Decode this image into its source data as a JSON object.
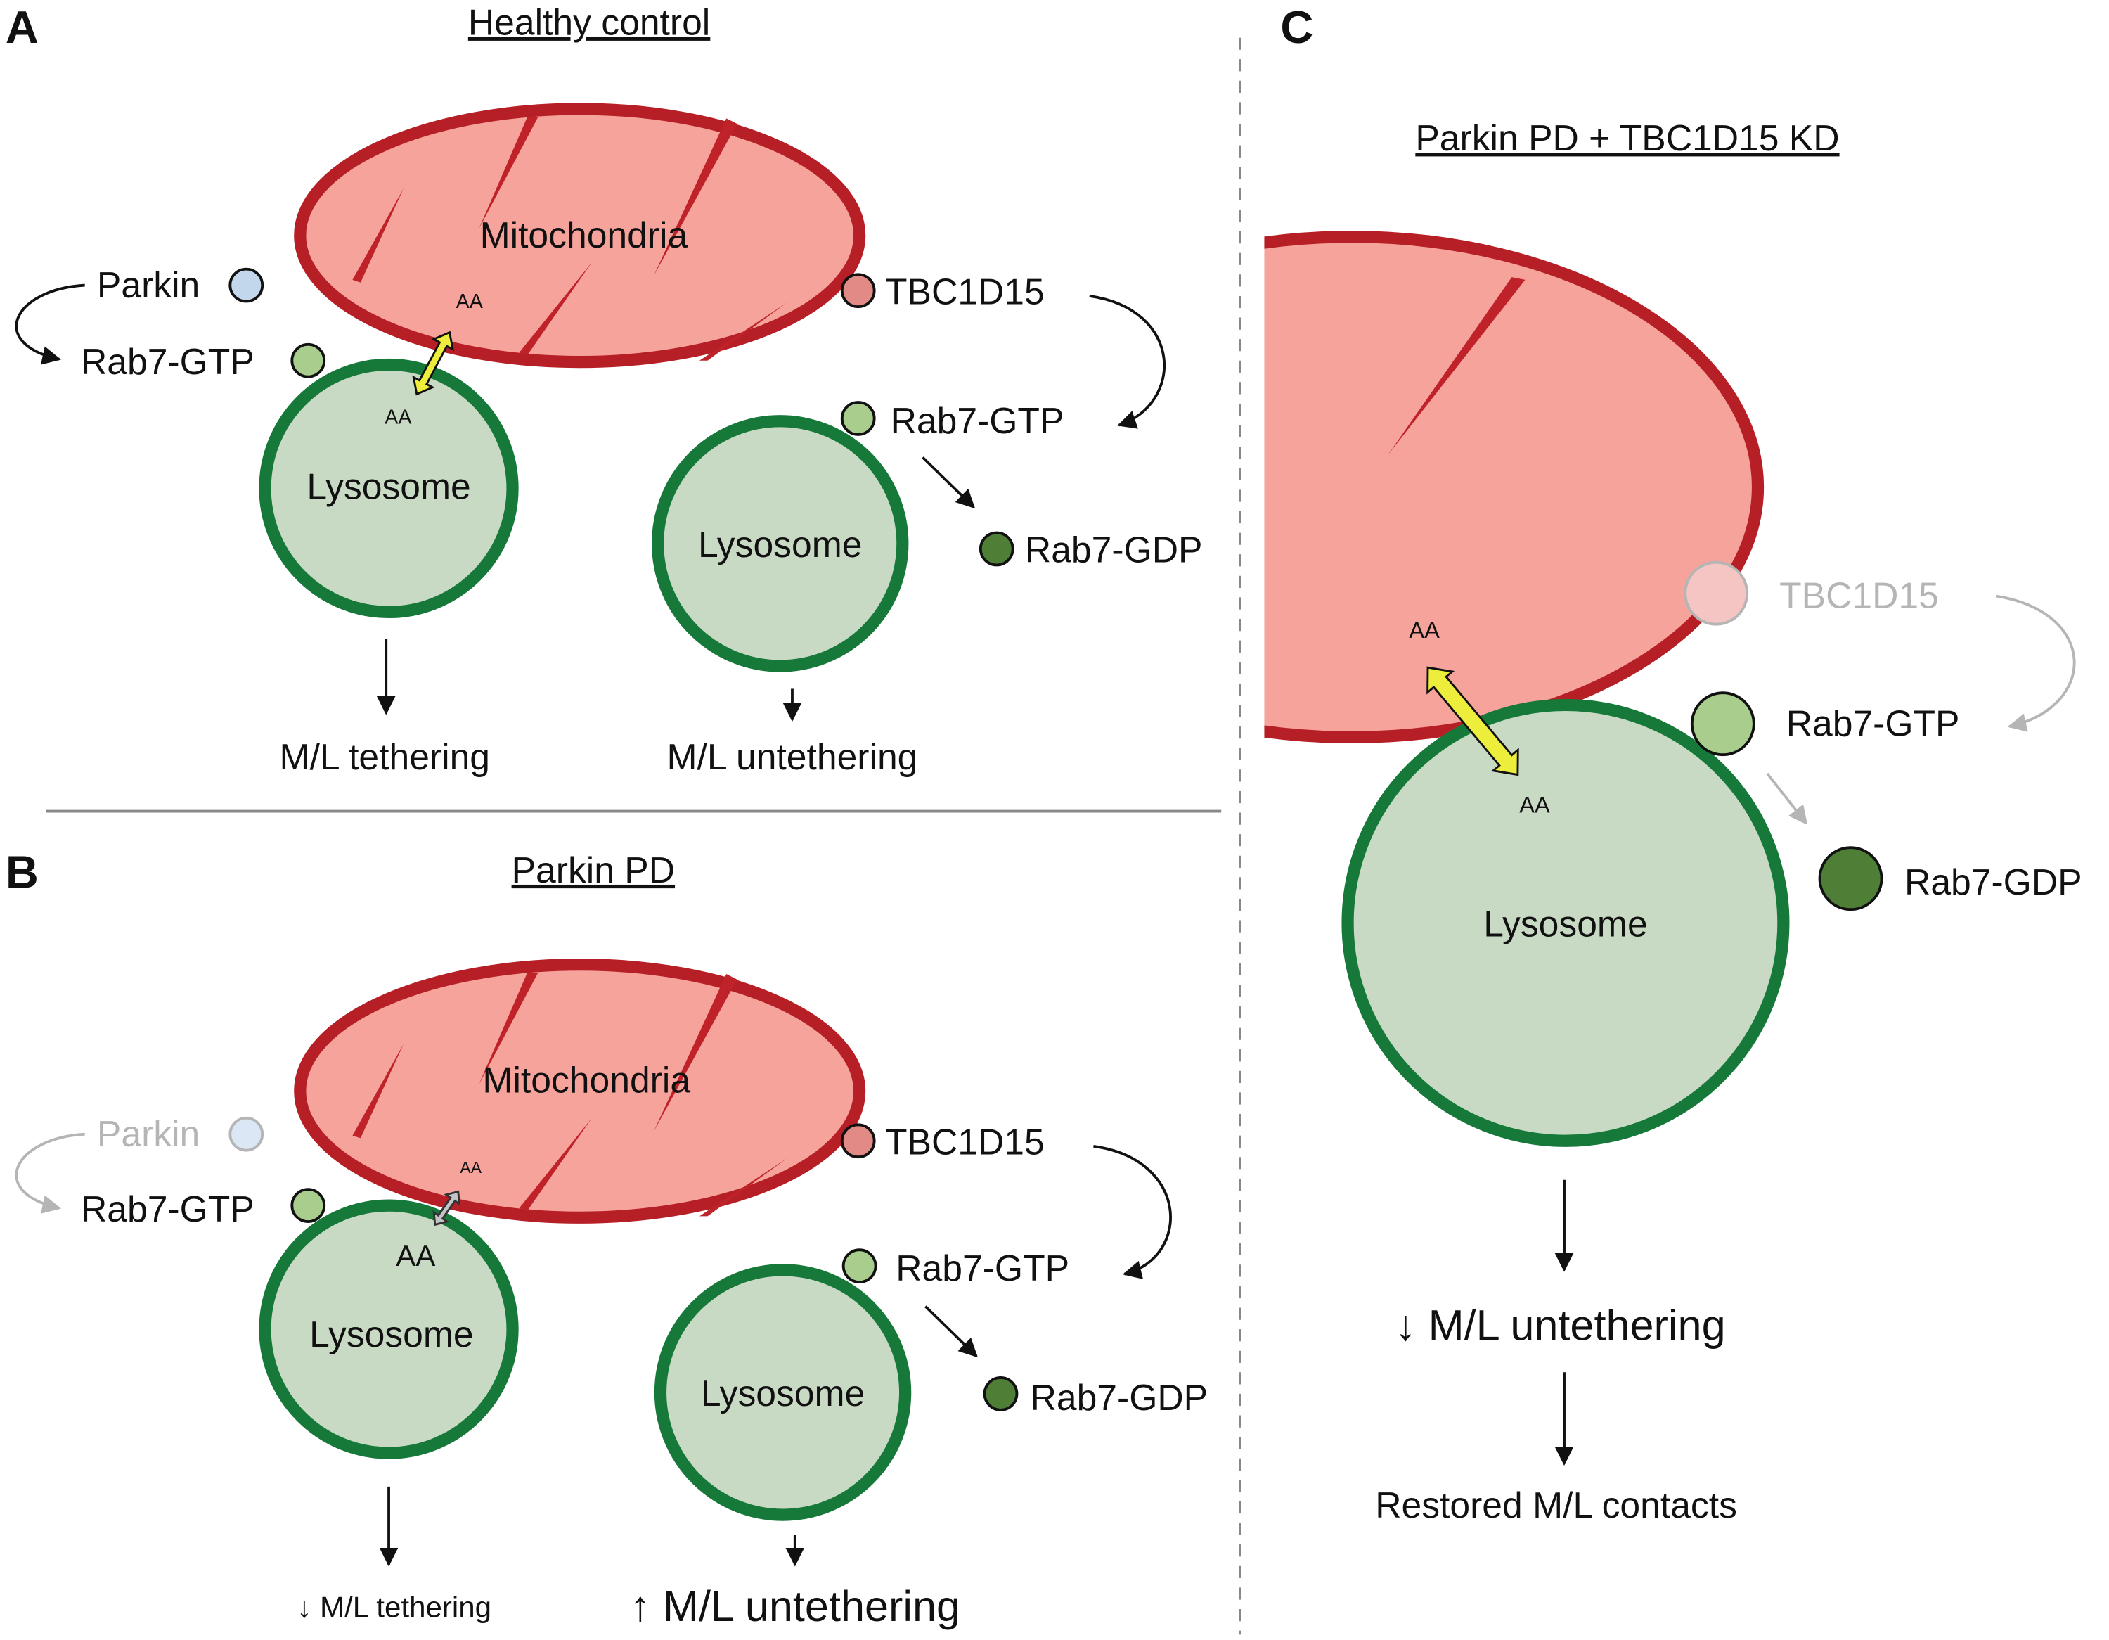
{
  "figure": {
    "panels": {
      "A": {
        "letter": "A",
        "title": "Healthy control",
        "mitochondria_label": "Mitochondria",
        "parkin_label": "Parkin",
        "rab7_gtp_left_label": "Rab7-GTP",
        "aa_mito": "AA",
        "aa_lyso": "AA",
        "lysosome_left_label": "Lysosome",
        "tbc_label": "TBC1D15",
        "rab7_gtp_right_label": "Rab7-GTP",
        "rab7_gdp_label": "Rab7-GDP",
        "lysosome_right_label": "Lysosome",
        "outcome_left": "M/L  tethering",
        "outcome_right": "M/L  untethering"
      },
      "B": {
        "letter": "B",
        "title": "Parkin PD",
        "mitochondria_label": "Mitochondria",
        "parkin_label": "Parkin",
        "rab7_gtp_left_label": "Rab7-GTP",
        "aa_mito": "AA",
        "aa_lyso": "AA",
        "lysosome_left_label": "Lysosome",
        "tbc_label": "TBC1D15",
        "rab7_gtp_right_label": "Rab7-GTP",
        "rab7_gdp_label": "Rab7-GDP",
        "lysosome_right_label": "Lysosome",
        "outcome_left": "↓ M/L  tethering",
        "outcome_right": "↑ M/L untethering"
      },
      "C": {
        "letter": "C",
        "title": "Parkin PD + TBC1D15 KD",
        "aa_mito": "AA",
        "aa_lyso": "AA",
        "tbc_label": "TBC1D15",
        "rab7_gtp_label": "Rab7-GTP",
        "rab7_gdp_label": "Rab7-GDP",
        "lysosome_label": "Lysosome",
        "outcome_1": "↓ M/L  untethering",
        "outcome_2": "Restored M/L contacts"
      }
    },
    "colors": {
      "mitochondria_fill": "#f5a39b",
      "mitochondria_stroke": "#b71f26",
      "lysosome_fill": "#c9dac4",
      "lysosome_stroke": "#16793a",
      "rab7_gtp": "#a8cd8d",
      "rab7_gdp": "#4f7f37",
      "parkin": "#c3d7ec",
      "tbc1d15": "#e28a85",
      "aa_transfer_arrow": "#eded3b",
      "faded": "#b5b5b5"
    }
  }
}
